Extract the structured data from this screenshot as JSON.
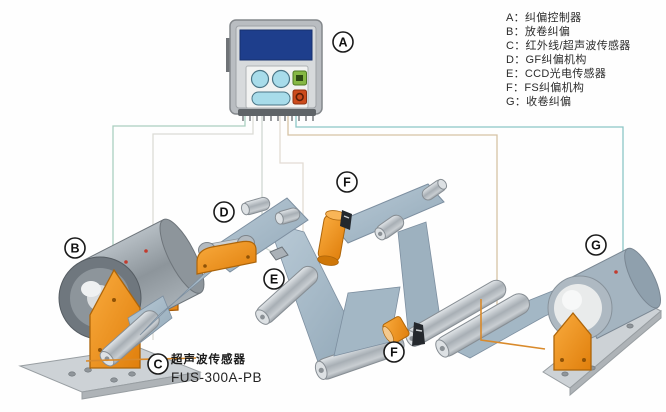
{
  "legend": {
    "items": [
      "A：纠偏控制器",
      "B：放卷纠偏",
      "C：红外线/超声波传感器",
      "D：GF纠偏机构",
      "E：CCD光电传感器",
      "F：FS纠偏机构",
      "G：收卷纠偏"
    ]
  },
  "callouts": {
    "a": "A",
    "b": "B",
    "c": "C",
    "d": "D",
    "e": "E",
    "f_top": "F",
    "f_bottom": "F",
    "g": "G"
  },
  "annotation": {
    "sensor_name": "超声波传感器",
    "sensor_model": "FUS-300A-PB"
  },
  "colors": {
    "web_blue_gray": "#a9bdca",
    "web_edge": "#7d8fa0",
    "machine_orange": "#f0941e",
    "roller_gray": "#bdc4c9",
    "base_plate_gray": "#cdd2d6",
    "controller_screen_blue": "#1e3e8c",
    "button_cyan": "#a8dcea",
    "button_green": "#86b844",
    "button_red": "#cc4b1c",
    "wire_green": "#aacfc0",
    "wire_teal": "#8cc6c6",
    "wire_tan": "#d6c3a5",
    "sensor_dark": "#24282d",
    "cable_orange": "#d98a2b"
  }
}
